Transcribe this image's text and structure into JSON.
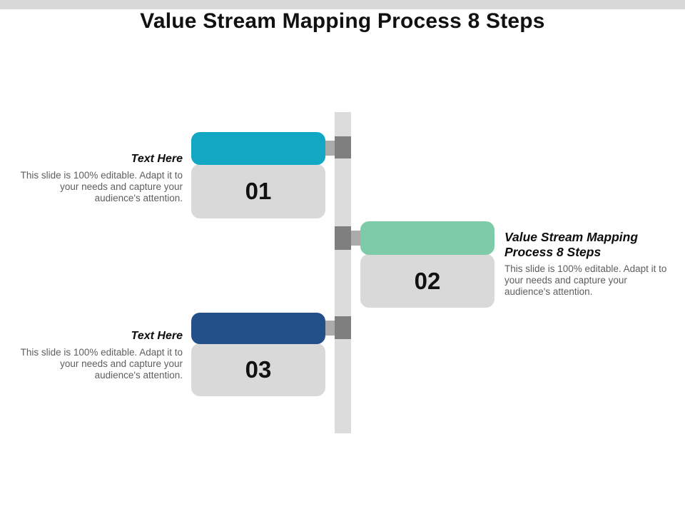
{
  "header": {
    "title": "Value Stream Mapping Process 8 Steps"
  },
  "colors": {
    "top_strip": "#d8d8d8",
    "title_text": "#111111",
    "timeline": "#dcdcdc",
    "node": "#7f7f7f",
    "connector": "#ababab",
    "card_body": "#d9d9d9",
    "number_text": "#111111",
    "heading_text": "#0d0d0d",
    "body_text": "#5e5e5e"
  },
  "steps": [
    {
      "number": "01",
      "heading": "Text Here",
      "description": "This slide is 100% editable. Adapt it to your needs and capture your audience's attention.",
      "side": "left",
      "accent": "#12a8c3"
    },
    {
      "number": "02",
      "heading": "Value Stream Mapping Process 8 Steps",
      "description": "This slide is 100% editable. Adapt it to your needs and capture your audience's attention.",
      "side": "right",
      "accent": "#7ecbaa"
    },
    {
      "number": "03",
      "heading": "Text Here",
      "description": "This slide is 100% editable. Adapt it to your needs and capture your audience's attention.",
      "side": "left",
      "accent": "#235089"
    }
  ]
}
